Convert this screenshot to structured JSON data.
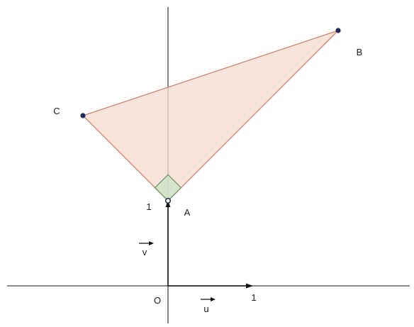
{
  "figure": {
    "background": "#ffffff",
    "colors": {
      "axis": "#444444",
      "triangle_fill": "#f6d9cf",
      "triangle_edge": "#c9846c",
      "right_angle_fill": "#cfe3c9",
      "right_angle_edge": "#5c8a55",
      "point": "#1f2a5a",
      "vector": "#111111"
    },
    "axes": {
      "origin_label": "O",
      "x_tick_label": "1",
      "y_tick_label": "1"
    },
    "vectors": {
      "u_label": "u",
      "v_label": "v"
    },
    "triangle": {
      "points": [
        {
          "name": "A",
          "label": "A",
          "x": 0,
          "y": 1
        },
        {
          "name": "B",
          "label": "B",
          "x": 2,
          "y": 3
        },
        {
          "name": "C",
          "label": "C",
          "x": -1,
          "y": 2
        }
      ],
      "right_angle_at": "A"
    }
  }
}
